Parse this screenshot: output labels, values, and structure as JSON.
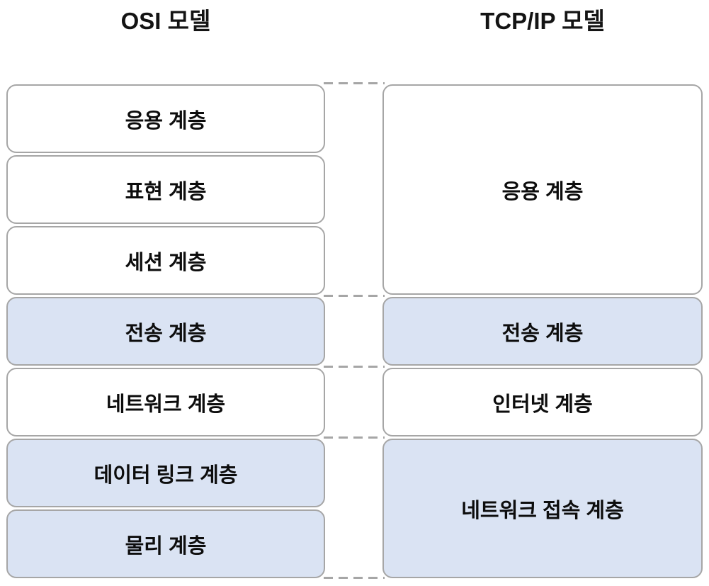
{
  "colors": {
    "box_white": "#ffffff",
    "box_blue": "#dae3f3",
    "border_gray": "#a6a6a6",
    "connector_gray": "#a6a6a6",
    "text_black": "#0d0d0d"
  },
  "osi_model": {
    "title": "OSI 모델",
    "layers": [
      {
        "label": "응용 계층",
        "fill": "white",
        "span": 1
      },
      {
        "label": "표현 계층",
        "fill": "white",
        "span": 1
      },
      {
        "label": "세션 계층",
        "fill": "white",
        "span": 1
      },
      {
        "label": "전송 계층",
        "fill": "blue",
        "span": 1
      },
      {
        "label": "네트워크 계층",
        "fill": "white",
        "span": 1
      },
      {
        "label": "데이터 링크 계층",
        "fill": "blue",
        "span": 1
      },
      {
        "label": "물리 계층",
        "fill": "blue",
        "span": 1
      }
    ]
  },
  "tcpip_model": {
    "title": "TCP/IP 모델",
    "layers": [
      {
        "label": "응용 계층",
        "fill": "white",
        "span": 3
      },
      {
        "label": "전송 계층",
        "fill": "blue",
        "span": 1
      },
      {
        "label": "인터넷 계층",
        "fill": "white",
        "span": 1
      },
      {
        "label": "네트워크 접속 계층",
        "fill": "blue",
        "span": 2
      }
    ]
  }
}
